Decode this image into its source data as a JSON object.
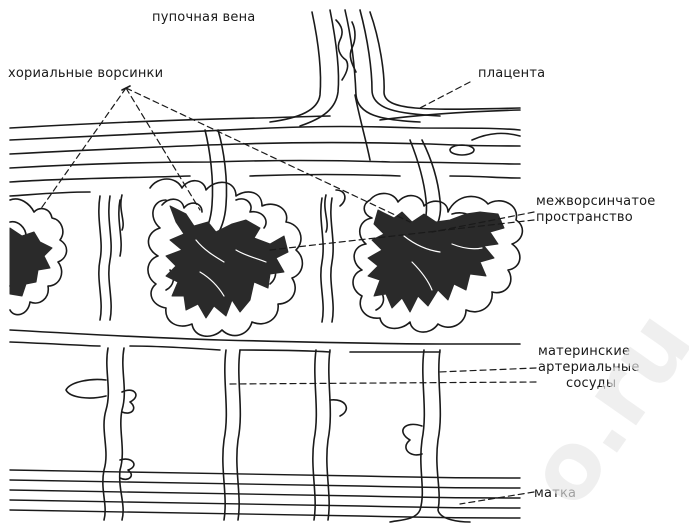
{
  "labels": {
    "umbilical_vein": "пупочная вена",
    "chorionic_villi": "хориальные ворсинки",
    "placenta": "плацента",
    "intervillous_space_line1": "межворсинчатое",
    "intervillous_space_line2": "пространство",
    "maternal_vessels_line1": "материнские",
    "maternal_vessels_line2": "артериальные",
    "maternal_vessels_line3": "сосуды",
    "uterus": "матка"
  },
  "watermark": "o.ru",
  "colors": {
    "ink": "#1a1a1a",
    "villus_fill": "#2a2a2a",
    "background": "#ffffff",
    "watermark": "#e8e8e8"
  }
}
